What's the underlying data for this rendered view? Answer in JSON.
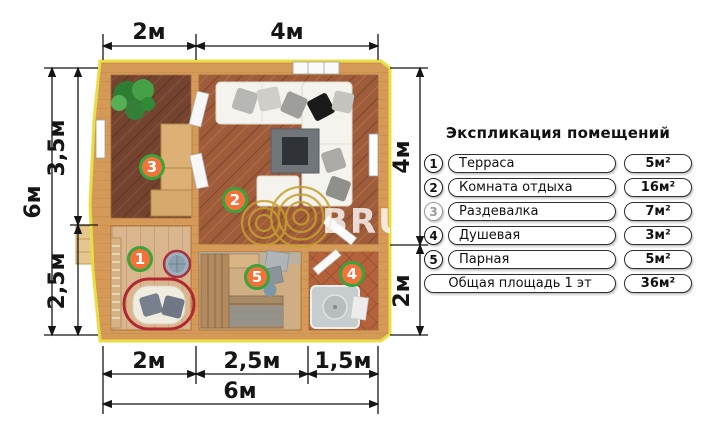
{
  "legend": {
    "title": "Экспликация помещений",
    "rows": [
      {
        "num": "1",
        "label": "Терраса",
        "area": "5м²"
      },
      {
        "num": "2",
        "label": "Комната отдыха",
        "area": "16м²"
      },
      {
        "num": "3",
        "label": "Раздевалка",
        "area": "7м²"
      },
      {
        "num": "4",
        "label": "Душевая",
        "area": "3м²"
      },
      {
        "num": "5",
        "label": "Парная",
        "area": "5м²"
      }
    ],
    "total_row": {
      "label": "Общая площадь 1 эт",
      "area": "36м²"
    }
  },
  "plan": {
    "room_badges": [
      "1",
      "2",
      "3",
      "4",
      "5"
    ],
    "dimensions": {
      "top": [
        "2м",
        "4м"
      ],
      "bottom_segments": [
        "2м",
        "2,5м",
        "1,5м"
      ],
      "bottom_total": "6м",
      "left_total": "6м",
      "left_segments": [
        "3,5м",
        "2,5м"
      ],
      "right_segments": [
        "4м",
        "2м"
      ]
    },
    "watermark_text": "BRU"
  },
  "colors": {
    "badge_fill": "#f3723a",
    "badge_ring": "#3aa33a",
    "wall_wood": "#d69a58",
    "outline_yellow": "#e9df45",
    "watermark_gold": "#c6a02f"
  }
}
